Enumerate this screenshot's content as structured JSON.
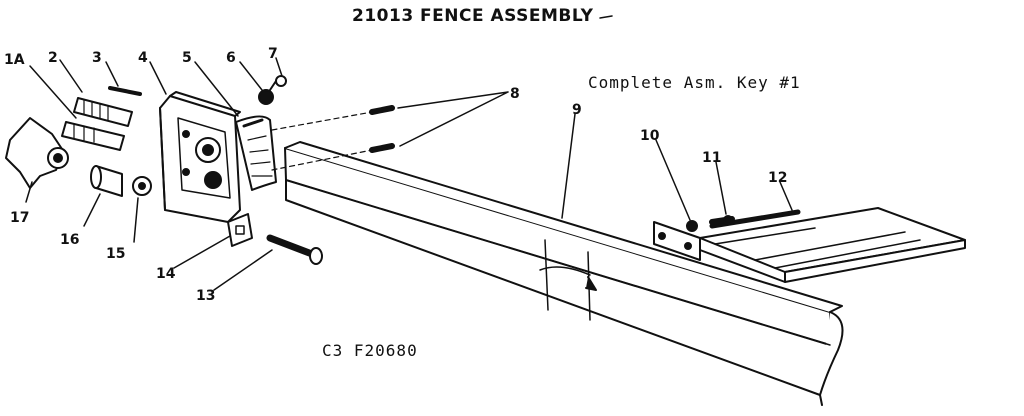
{
  "title": "21013 FENCE ASSEMBLY",
  "note": "Complete Asm. Key #1",
  "code": "C3 F20680",
  "callouts": {
    "c1A": "1A",
    "c2": "2",
    "c3": "3",
    "c4": "4",
    "c5": "5",
    "c6": "6",
    "c7": "7",
    "c8": "8",
    "c9": "9",
    "c10": "10",
    "c11": "11",
    "c12": "12",
    "c13": "13",
    "c14": "14",
    "c15": "15",
    "c16": "16",
    "c17": "17"
  }
}
